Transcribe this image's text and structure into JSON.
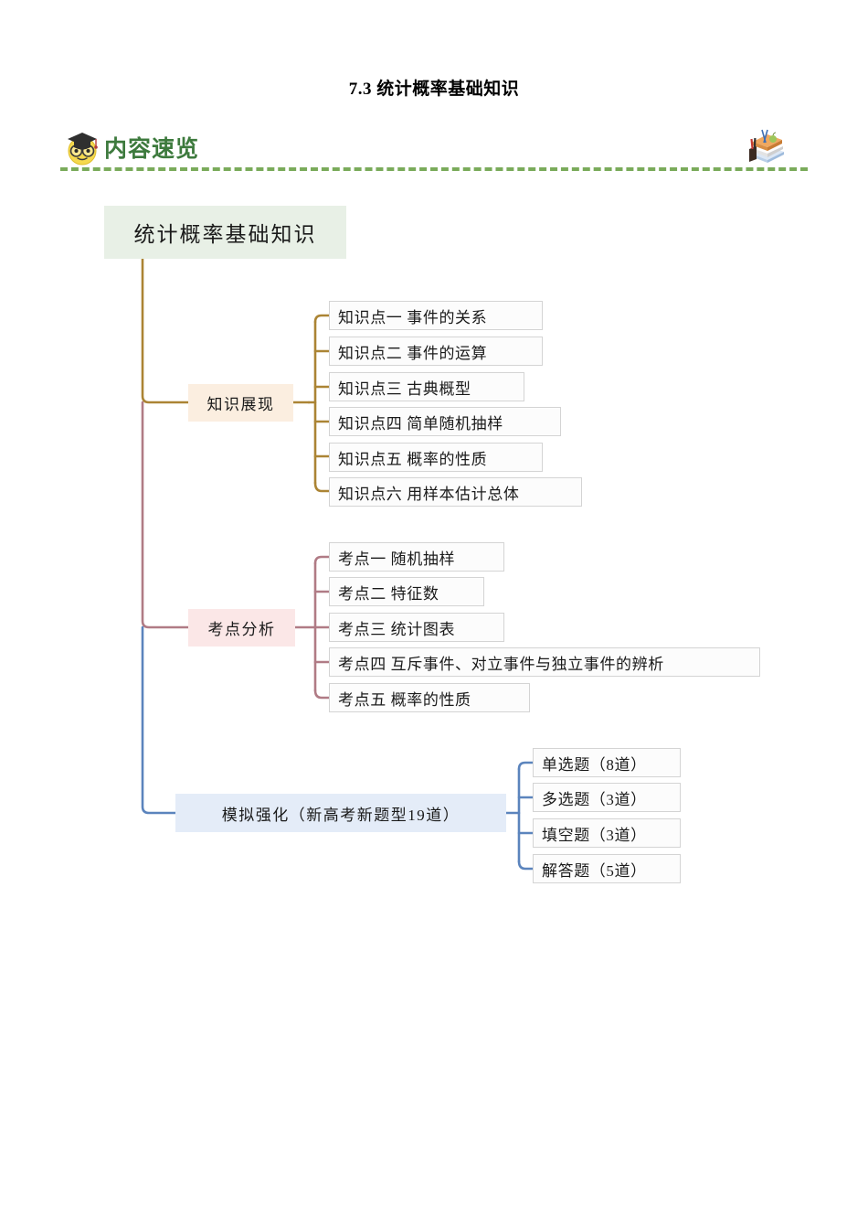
{
  "document": {
    "title": "7.3 统计概率基础知识"
  },
  "banner": {
    "label": "内容速览",
    "emoji_icon": "graduate-owl-face-icon",
    "books_icon": "stacked-books-icon",
    "accent_color": "#3d7a3d",
    "rule_color": "#7aab5a"
  },
  "mindmap": {
    "root": {
      "label": "统计概率基础知识",
      "background": "#e8f0e6"
    },
    "branches": [
      {
        "label": "知识展现",
        "background": "#fbeee0",
        "line_color": "#ab8434",
        "children": [
          {
            "label": "知识点一  事件的关系"
          },
          {
            "label": "知识点二  事件的运算"
          },
          {
            "label": "知识点三  古典概型"
          },
          {
            "label": "知识点四  简单随机抽样"
          },
          {
            "label": "知识点五  概率的性质"
          },
          {
            "label": "知识点六  用样本估计总体"
          }
        ]
      },
      {
        "label": "考点分析",
        "background": "#fbe7e7",
        "line_color": "#b07b85",
        "children": [
          {
            "label": "考点一  随机抽样"
          },
          {
            "label": "考点二  特征数"
          },
          {
            "label": "考点三  统计图表"
          },
          {
            "label": "考点四  互斥事件、对立事件与独立事件的辨析"
          },
          {
            "label": "考点五   概率的性质"
          }
        ]
      },
      {
        "label": "模拟强化（新高考新题型19道）",
        "background": "#e4ecf8",
        "line_color": "#5b84bd",
        "children": [
          {
            "label": "单选题（8道）"
          },
          {
            "label": "多选题（3道）"
          },
          {
            "label": "填空题（3道）"
          },
          {
            "label": "解答题（5道）"
          }
        ]
      }
    ]
  }
}
